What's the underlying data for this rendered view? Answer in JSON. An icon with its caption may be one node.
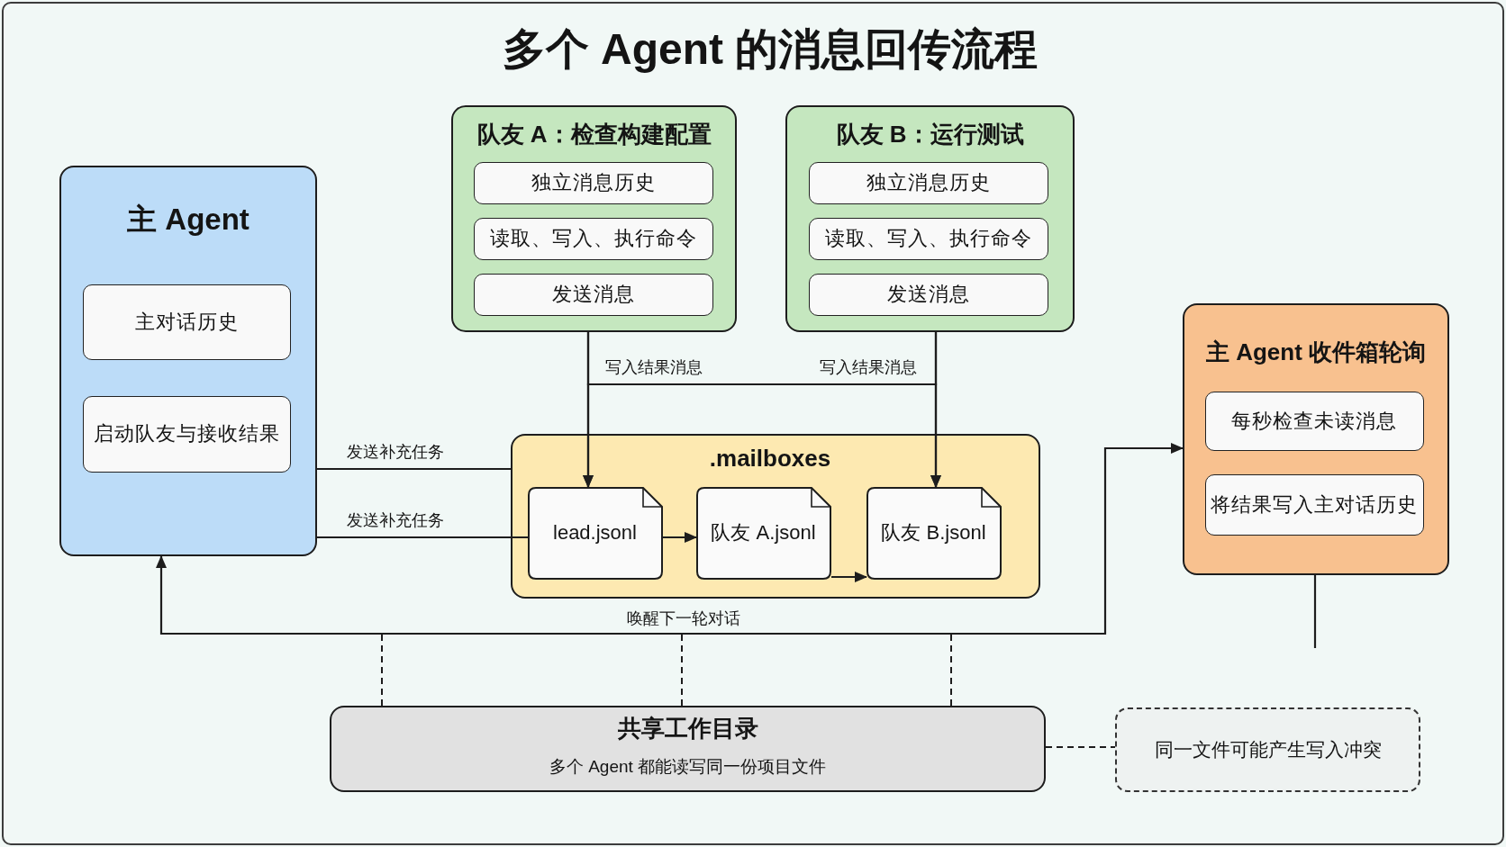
{
  "diagram": {
    "title": "多个 Agent 的消息回传流程",
    "nodes": [
      {
        "text": [
          "主 Agent"
        ]
      },
      {
        "text": [
          "主对话历史"
        ],
        "in": 0
      },
      {
        "text": [
          "启动队友与接收结果"
        ],
        "in": 0
      },
      {
        "text": [
          "队友 A：检查构建配置"
        ]
      },
      {
        "text": [
          "独立消息历史"
        ],
        "in": 3
      },
      {
        "text": [
          "读取、写入、执行命令"
        ],
        "in": 3
      },
      {
        "text": [
          "发送消息"
        ],
        "in": 3
      },
      {
        "text": [
          "队友 B：运行测试"
        ]
      },
      {
        "text": [
          "独立消息历史"
        ],
        "in": 7
      },
      {
        "text": [
          "读取、写入、执行命令"
        ],
        "in": 7
      },
      {
        "text": [
          "发送消息"
        ],
        "in": 7
      },
      {
        "text": [
          "主 Agent 收件箱轮询"
        ]
      },
      {
        "text": [
          "每秒检查未读消息"
        ],
        "in": 11
      },
      {
        "text": [
          "将结果写入主对话历史"
        ],
        "in": 11
      },
      {
        "text": [
          ".mailboxes"
        ]
      },
      {
        "text": [
          "lead.jsonl"
        ],
        "in": 14
      },
      {
        "text": [
          "队友 A.jsonl"
        ],
        "in": 14
      },
      {
        "text": [
          "队友 B.jsonl"
        ],
        "in": 14
      },
      {
        "text": [
          "共享工作目录",
          "多个 Agent 都能读写同一份项目文件"
        ]
      },
      {
        "text": [
          "同一文件可能产生写入冲突"
        ]
      }
    ],
    "edges": [
      {
        "from": 3,
        "to": 15,
        "arrow": "to",
        "label": "写入结果消息"
      },
      {
        "from": 3,
        "to": 17,
        "arrow": "to"
      },
      {
        "from": 7,
        "to": 15,
        "arrow": "to"
      },
      {
        "from": 7,
        "to": 17,
        "arrow": "to",
        "label": "写入结果消息"
      },
      {
        "from": 0,
        "to": 14,
        "arrow": "none",
        "label": "发送补充任务"
      },
      {
        "from": 0,
        "to": 15,
        "arrow": "none",
        "label": "发送补充任务"
      },
      {
        "from": 15,
        "to": 16,
        "arrow": "to"
      },
      {
        "from": 16,
        "to": 17,
        "arrow": "to"
      },
      {
        "from": 0,
        "to": 11,
        "arrow": "both",
        "label": "唤醒下一轮对话"
      },
      {
        "from": 11,
        "to": null,
        "arrow": "none"
      },
      {
        "from": null,
        "to": 18,
        "arrow": "none",
        "style": "dashed"
      },
      {
        "from": null,
        "to": 18,
        "arrow": "none",
        "style": "dashed"
      },
      {
        "from": null,
        "to": 18,
        "arrow": "none",
        "style": "dashed"
      },
      {
        "from": 18,
        "to": 19,
        "arrow": "none",
        "style": "dashed"
      }
    ]
  }
}
